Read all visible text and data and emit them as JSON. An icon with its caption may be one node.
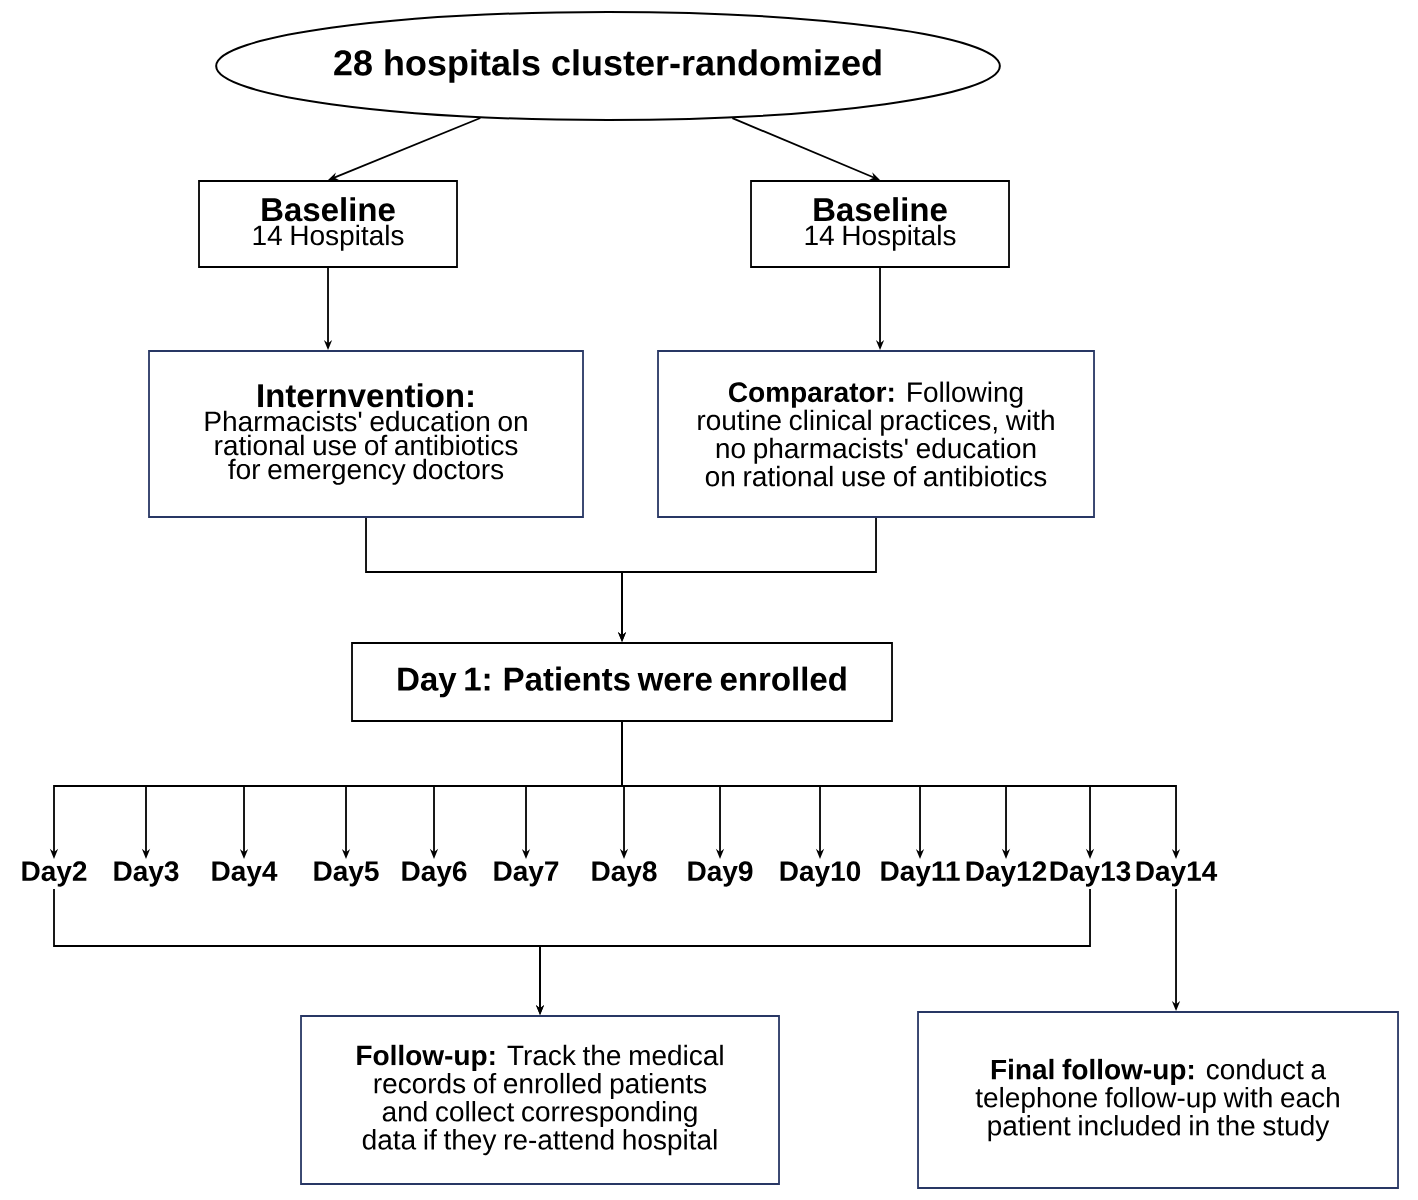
{
  "diagram": {
    "nodes": [
      {
        "text": [
          "28 hospitals cluster-randomized"
        ]
      },
      {
        "text": [
          "Baseline",
          "14 Hospitals"
        ]
      },
      {
        "text": [
          "Baseline",
          "14 Hospitals"
        ]
      },
      {
        "text": [
          "Internvention:",
          "Pharmacists' education on rational use of antibiotics for emergency doctors"
        ]
      },
      {
        "text": [
          "**Comparator:** Following routine clinical practices, with no pharmacists' education on rational use of antibiotics"
        ]
      },
      {
        "text": [
          "Day 1: Patients were enrolled"
        ]
      },
      {
        "text": [
          "Day2"
        ]
      },
      {
        "text": [
          "Day3"
        ]
      },
      {
        "text": [
          "Day4"
        ]
      },
      {
        "text": [
          "Day5"
        ]
      },
      {
        "text": [
          "Day6"
        ]
      },
      {
        "text": [
          "Day7"
        ]
      },
      {
        "text": [
          "Day8"
        ]
      },
      {
        "text": [
          "Day9"
        ]
      },
      {
        "text": [
          "Day10"
        ]
      },
      {
        "text": [
          "Day11"
        ]
      },
      {
        "text": [
          "Day12"
        ]
      },
      {
        "text": [
          "Day13"
        ]
      },
      {
        "text": [
          "Day14"
        ]
      },
      {
        "text": [
          "**Follow-up:** Track the  medical records of enrolled patients and collect corresponding data if they re-attend hospital"
        ]
      },
      {
        "text": [
          "**Final follow-up:** conduct a telephone follow-up with each patient included in the study"
        ]
      }
    ],
    "edges": [
      {
        "from": 0,
        "to": 1,
        "arrow": "to"
      },
      {
        "from": 0,
        "to": 2,
        "arrow": "to"
      },
      {
        "from": 1,
        "to": 3,
        "arrow": "to"
      },
      {
        "from": 2,
        "to": 4,
        "arrow": "to"
      },
      {
        "from": 3,
        "to": 5,
        "arrow": "to"
      },
      {
        "from": 4,
        "to": 5,
        "arrow": "to"
      },
      {
        "from": 5,
        "to": 6,
        "arrow": "to"
      },
      {
        "from": 5,
        "to": 7,
        "arrow": "to"
      },
      {
        "from": 5,
        "to": 8,
        "arrow": "to"
      },
      {
        "from": 5,
        "to": 9,
        "arrow": "to"
      },
      {
        "from": 5,
        "to": 10,
        "arrow": "to"
      },
      {
        "from": 5,
        "to": 11,
        "arrow": "to"
      },
      {
        "from": 5,
        "to": 12,
        "arrow": "to"
      },
      {
        "from": 5,
        "to": 13,
        "arrow": "to"
      },
      {
        "from": 5,
        "to": 14,
        "arrow": "to"
      },
      {
        "from": 5,
        "to": 15,
        "arrow": "to"
      },
      {
        "from": 5,
        "to": 16,
        "arrow": "to"
      },
      {
        "from": 5,
        "to": 17,
        "arrow": "to"
      },
      {
        "from": 5,
        "to": 18,
        "arrow": "to"
      },
      {
        "from": 6,
        "to": 19,
        "arrow": "to"
      },
      {
        "from": 17,
        "to": 19,
        "arrow": "to"
      },
      {
        "from": 18,
        "to": 20,
        "arrow": "to"
      }
    ]
  }
}
